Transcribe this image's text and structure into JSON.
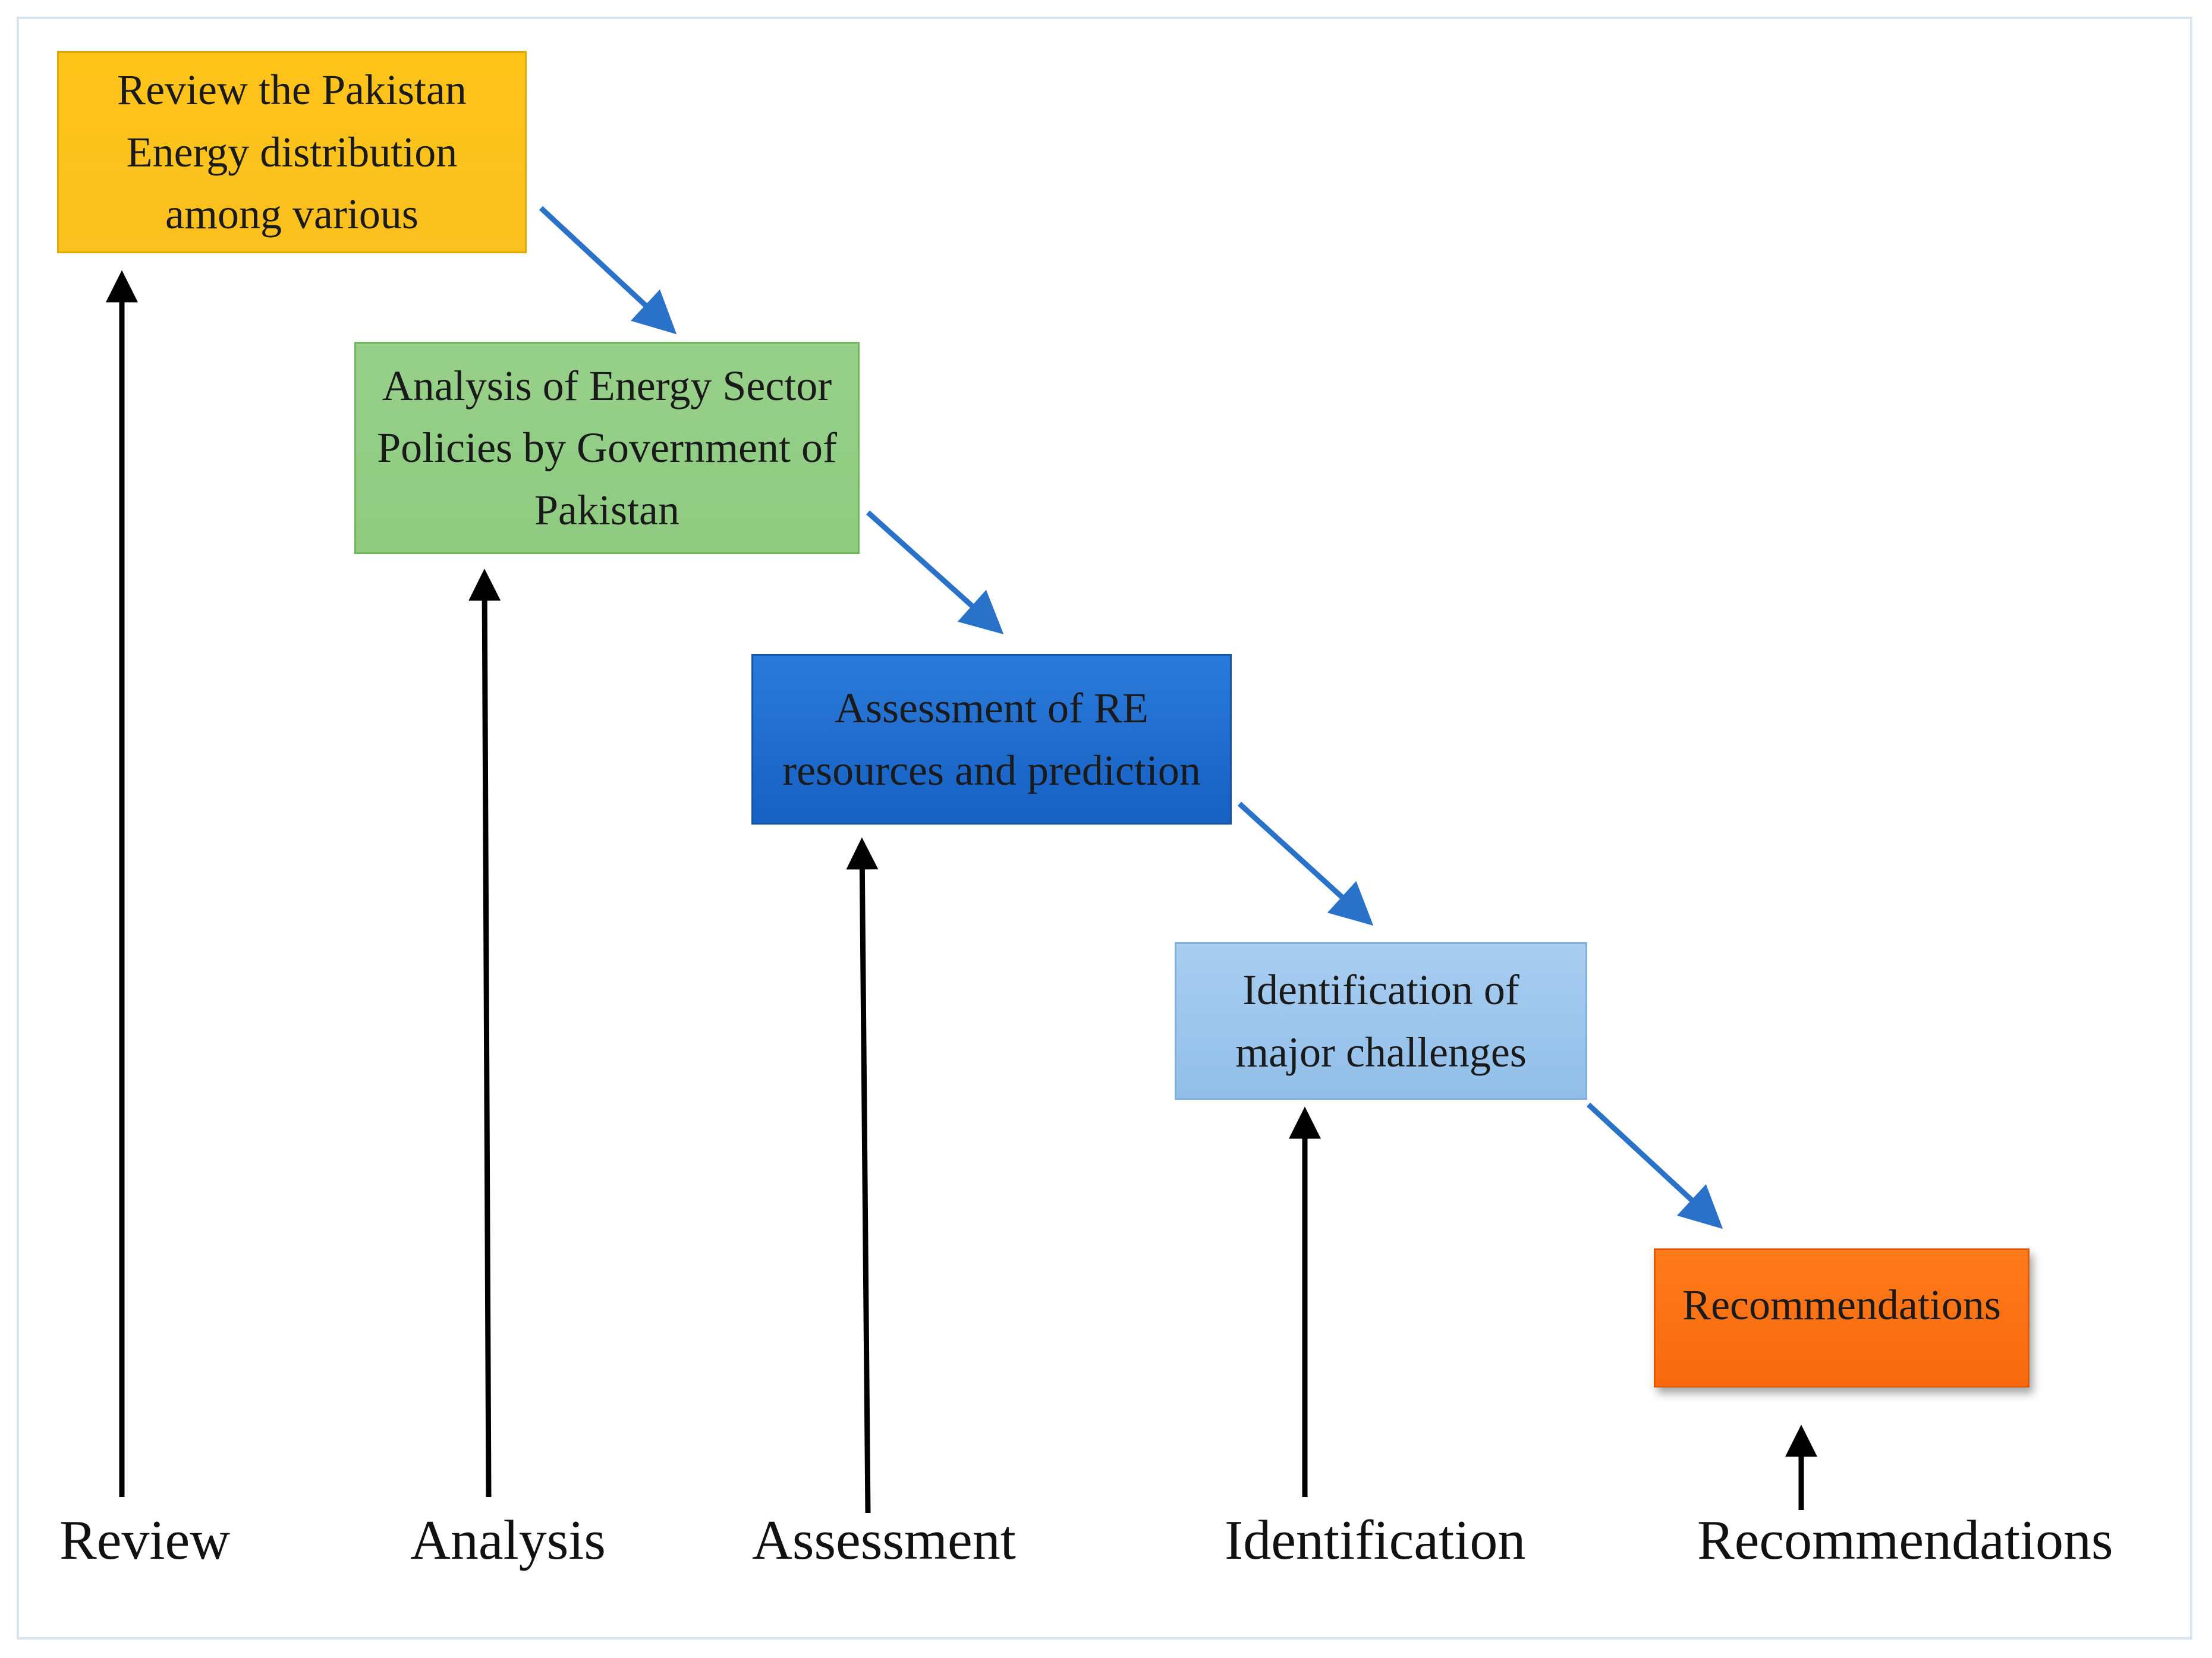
{
  "steps": [
    {
      "id": "review",
      "text": "Review the Pakistan Energy distribution among various",
      "color": "#FFC41A"
    },
    {
      "id": "analysis",
      "text": "Analysis of Energy Sector Policies by Government of Pakistan",
      "color": "#93CE85"
    },
    {
      "id": "assessment",
      "text": "Assessment of RE resources and prediction",
      "color": "#1F6ECF"
    },
    {
      "id": "identification",
      "text": "Identification of major challenges",
      "color": "#9DC6EC"
    },
    {
      "id": "recommendations",
      "text": "Recommendations",
      "color": "#F9720F"
    }
  ],
  "stages": [
    "Review",
    "Analysis",
    "Assessment",
    "Identification",
    "Recommendations"
  ],
  "colors": {
    "flow_arrow": "#2A72C9",
    "stage_arrow": "#000000",
    "frame_border": "#D8E4EE"
  }
}
